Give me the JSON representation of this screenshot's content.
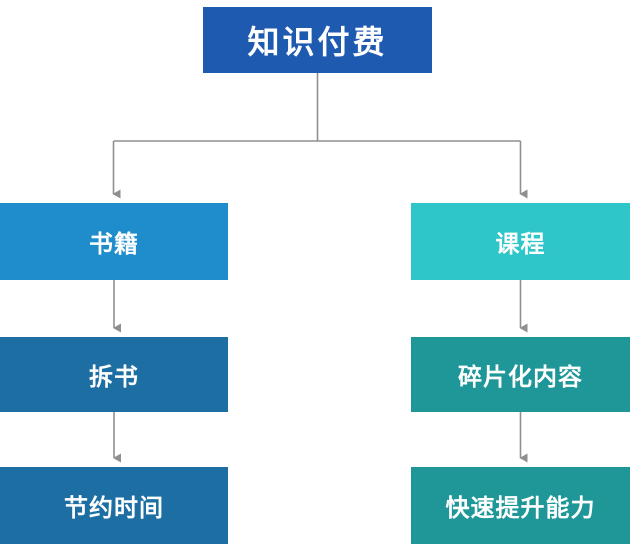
{
  "diagram": {
    "title_node": {
      "label": "知识付费",
      "color": "#1E5BB0"
    },
    "branches": [
      {
        "name": "books-branch",
        "nodes": [
          {
            "label": "书籍",
            "color": "#1F8CCC"
          },
          {
            "label": "拆书",
            "color": "#1D6FA3"
          },
          {
            "label": "节约时间",
            "color": "#1D6FA3"
          }
        ]
      },
      {
        "name": "courses-branch",
        "nodes": [
          {
            "label": "课程",
            "color": "#2EC6C8"
          },
          {
            "label": "碎片化内容",
            "color": "#1F9799"
          },
          {
            "label": "快速提升能力",
            "color": "#1F9799"
          }
        ]
      }
    ],
    "text_color": "#FFFFFF",
    "connector_color": "#8F8F8F",
    "background_color": "#FFFFFF"
  }
}
